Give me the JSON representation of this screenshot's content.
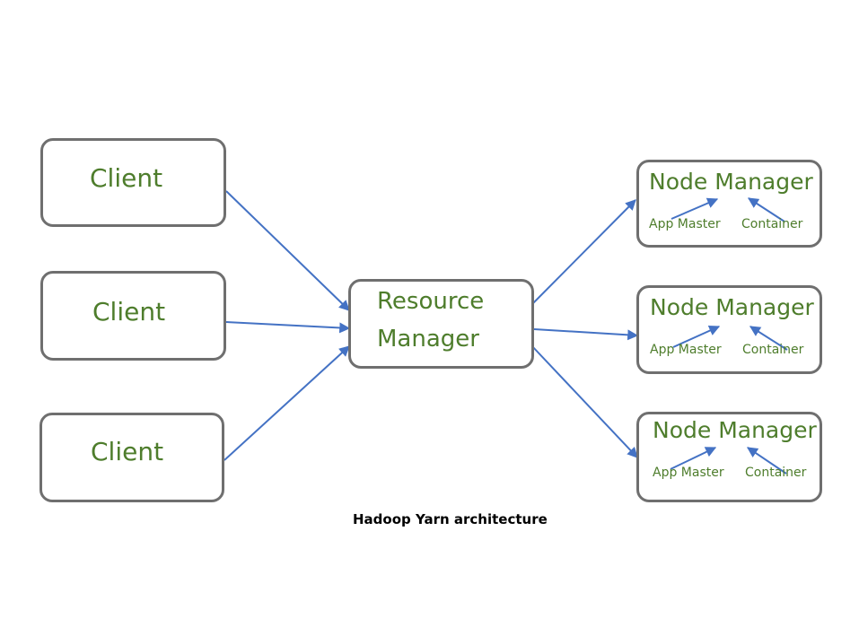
{
  "diagram": {
    "clients": [
      {
        "label": "Client"
      },
      {
        "label": "Client"
      },
      {
        "label": "Client"
      }
    ],
    "resource_manager": {
      "line1": "Resource",
      "line2": "Manager"
    },
    "node_managers": [
      {
        "title": "Node Manager",
        "app_master": "App Master",
        "container": "Container"
      },
      {
        "title": "Node Manager",
        "app_master": "App Master",
        "container": "Container"
      },
      {
        "title": "Node Manager",
        "app_master": "App Master",
        "container": "Container"
      }
    ],
    "caption": "Hadoop Yarn architecture"
  },
  "colors": {
    "text_green": "#4e7d2c",
    "border_gray": "#6f6f6f",
    "arrow_blue": "#4472c4",
    "caption_black": "#000000"
  }
}
